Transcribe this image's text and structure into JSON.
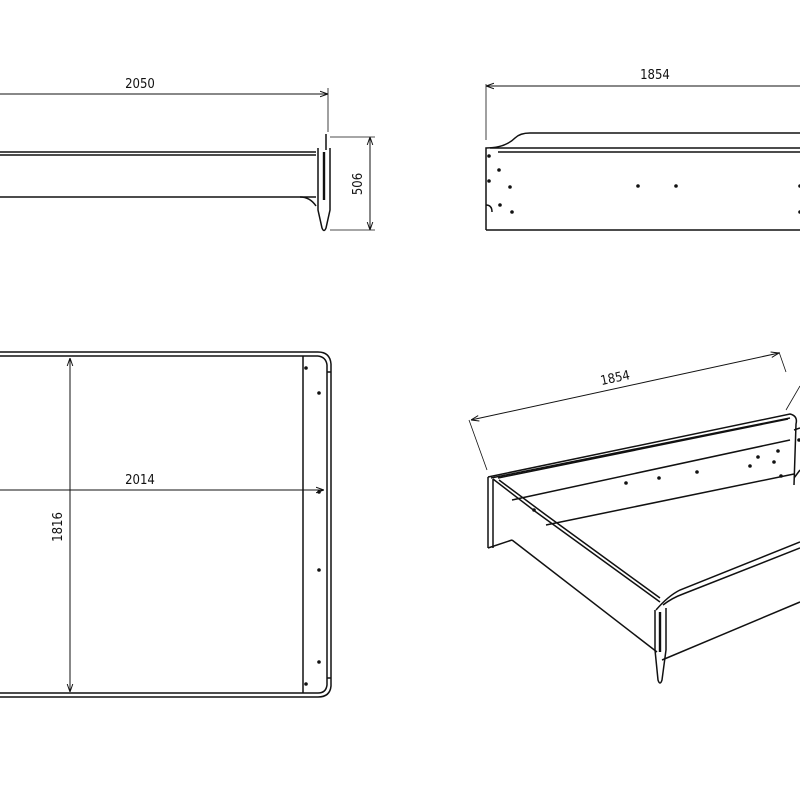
{
  "views": {
    "side": {
      "length_label": "2050",
      "height_label": "506"
    },
    "front": {
      "width_label": "1854"
    },
    "top": {
      "length_label": "2014",
      "width_label": "1816"
    },
    "iso": {
      "width_label": "1854"
    }
  }
}
